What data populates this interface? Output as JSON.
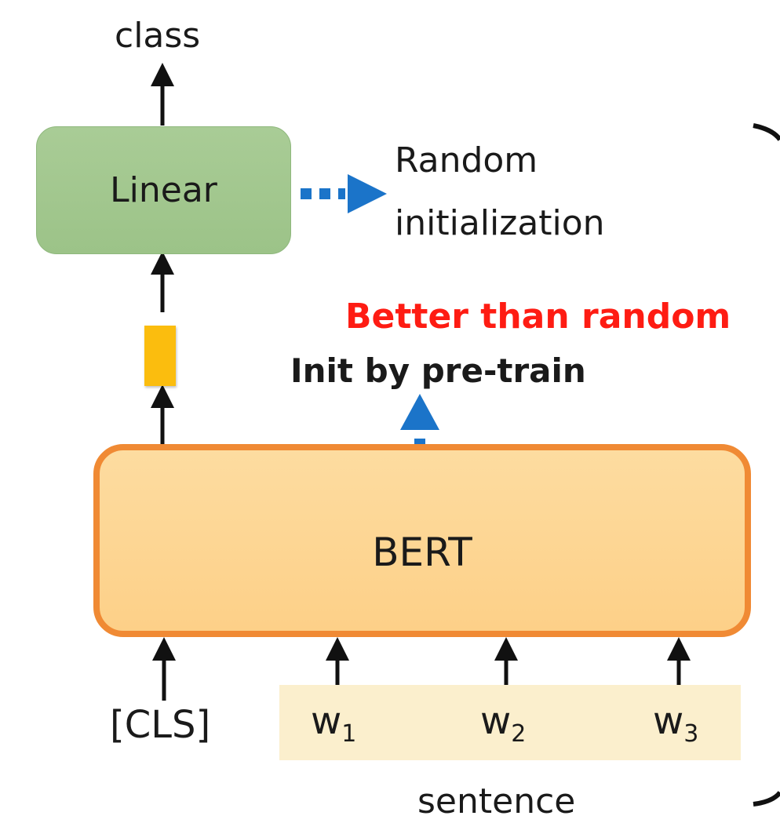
{
  "diagram": {
    "output_label": "class",
    "linear_label": "Linear",
    "random_init_line1": "Random",
    "random_init_line2": "initialization",
    "better_label": "Better than random",
    "init_label": "Init by pre-train",
    "bert_label": "BERT",
    "cls_token": "[CLS]",
    "tokens": [
      {
        "base": "w",
        "sub": "1"
      },
      {
        "base": "w",
        "sub": "2"
      },
      {
        "base": "w",
        "sub": "3"
      }
    ],
    "sentence_label": "sentence",
    "colors": {
      "linear_fill": "#a9cc96",
      "bert_fill": "#fdd596",
      "bert_border": "#f08a34",
      "cls_vector": "#fbbd0e",
      "sentence_bg": "#fbefcd",
      "dotted_arrow": "#1b74c9",
      "highlight_red": "#fe1c13"
    }
  }
}
